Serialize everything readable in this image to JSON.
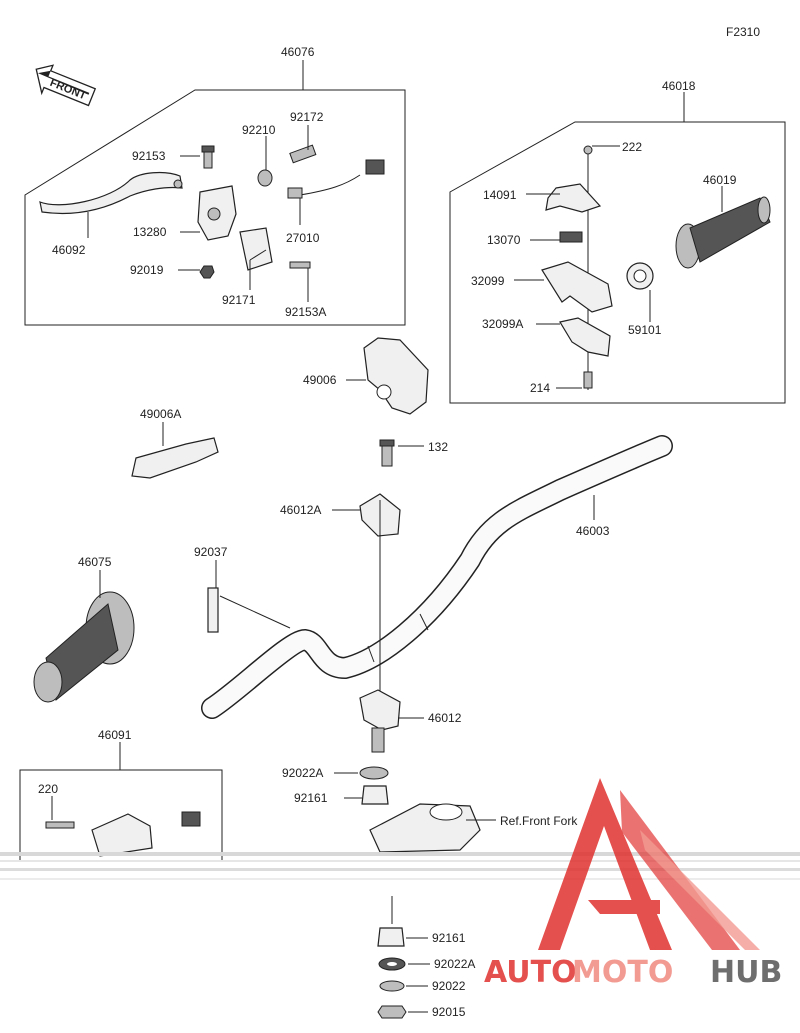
{
  "figure_code": "F2310",
  "front_arrow": "FRONT",
  "reference": "Ref.Front Fork",
  "watermark": {
    "auto": "AUTO",
    "moto": "MOTO",
    "hub": "HUB",
    "colors": {
      "red": "#e0322f",
      "light_red": "#f08a80",
      "gray": "#555555"
    }
  },
  "labels": {
    "p46076": "46076",
    "p92172": "92172",
    "p92210": "92210",
    "p92153": "92153",
    "p46092": "46092",
    "p13280": "13280",
    "p27010": "27010",
    "p92019": "92019",
    "p92171": "92171",
    "p92153A": "92153A",
    "p46018": "46018",
    "p222": "222",
    "p14091": "14091",
    "p46019": "46019",
    "p13070": "13070",
    "p32099": "32099",
    "p59101": "59101",
    "p32099A": "32099A",
    "p214": "214",
    "p49006": "49006",
    "p49006A": "49006A",
    "p132": "132",
    "p46012A": "46012A",
    "p46003": "46003",
    "p92037": "92037",
    "p46075": "46075",
    "p46012": "46012",
    "p46091": "46091",
    "p220": "220",
    "p92022A_top": "92022A",
    "p92161_top": "92161",
    "p92161_bot": "92161",
    "p92022A_bot": "92022A",
    "p92022": "92022",
    "p92015": "92015"
  }
}
